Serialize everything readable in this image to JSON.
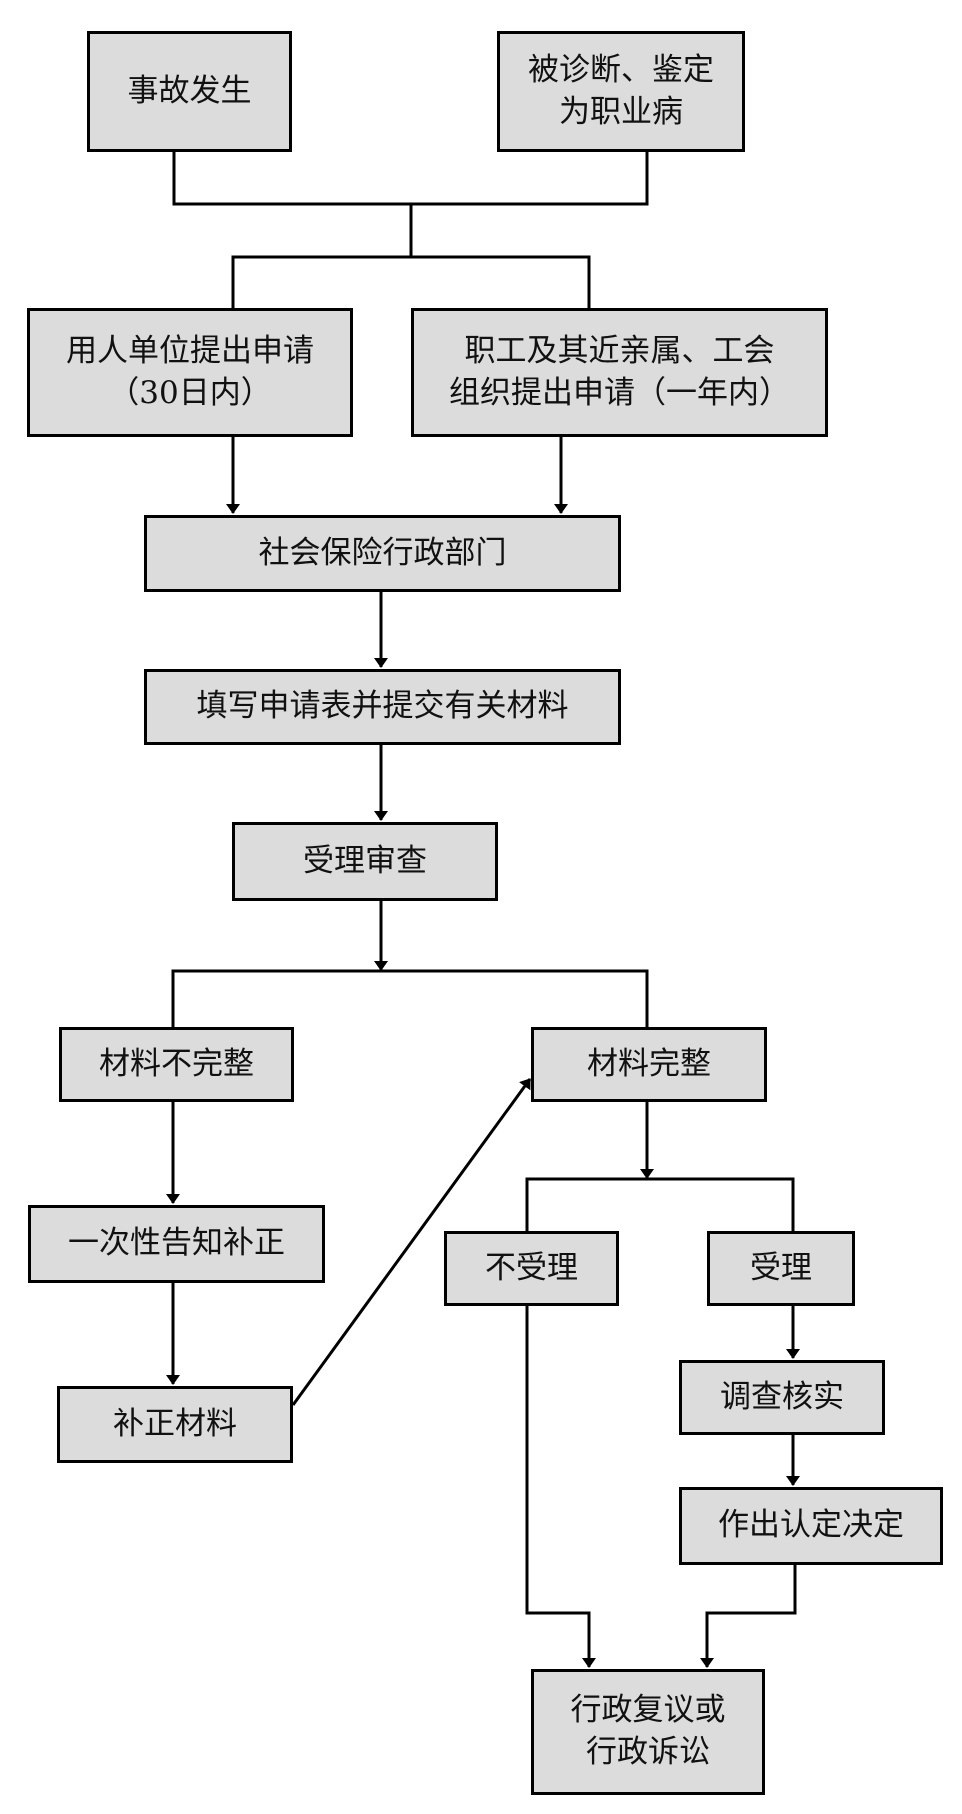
{
  "nodes": {
    "accident": {
      "lines": [
        "事故发生"
      ]
    },
    "diagnosed": {
      "lines": [
        "被诊断、鉴定",
        "为职业病"
      ]
    },
    "employer_apply": {
      "lines": [
        "用人单位提出申请",
        "（30日内）"
      ]
    },
    "worker_apply": {
      "lines": [
        "职工及其近亲属、工会",
        "组织提出申请（一年内）"
      ]
    },
    "social_insurance": {
      "lines": [
        "社会保险行政部门"
      ]
    },
    "fill_form": {
      "lines": [
        "填写申请表并提交有关材料"
      ]
    },
    "review": {
      "lines": [
        "受理审查"
      ]
    },
    "incomplete": {
      "lines": [
        "材料不完整"
      ]
    },
    "complete": {
      "lines": [
        "材料完整"
      ]
    },
    "notify": {
      "lines": [
        "一次性告知补正"
      ]
    },
    "supplement": {
      "lines": [
        "补正材料"
      ]
    },
    "reject": {
      "lines": [
        "不受理"
      ]
    },
    "accept": {
      "lines": [
        "受理"
      ]
    },
    "investigate": {
      "lines": [
        "调查核实"
      ]
    },
    "decision": {
      "lines": [
        "作出认定决定"
      ]
    },
    "appeal": {
      "lines": [
        "行政复议或",
        "行政诉讼"
      ]
    }
  },
  "colors": {
    "box_fill": "#dcdcdc",
    "stroke": "#000000"
  }
}
